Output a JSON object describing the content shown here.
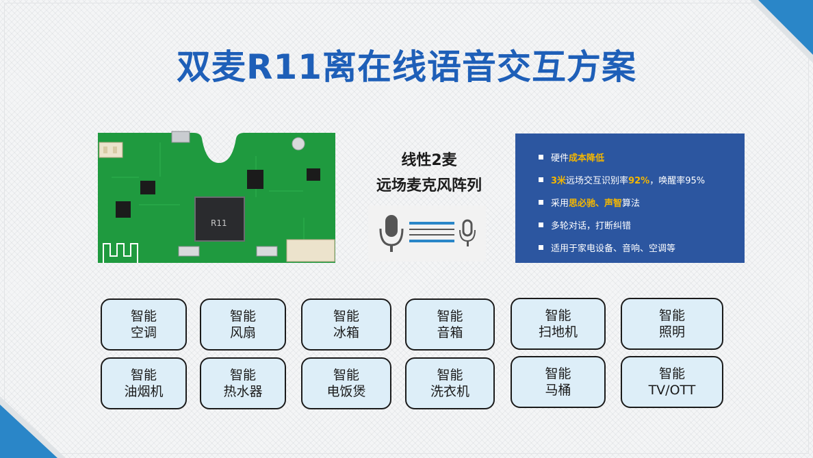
{
  "title": "双麦R11离在线语音交互方案",
  "mic_array": {
    "line1": "线性2麦",
    "line2": "远场麦克风阵列"
  },
  "features": [
    {
      "parts": [
        {
          "text": "硬件",
          "hl": false
        },
        {
          "text": "成本降低",
          "hl": true
        }
      ]
    },
    {
      "parts": [
        {
          "text": "3米",
          "hl": true
        },
        {
          "text": "远场交互识别率",
          "hl": false
        },
        {
          "text": "92%",
          "hl": true
        },
        {
          "text": "，唤醒率95%",
          "hl": false
        }
      ]
    },
    {
      "parts": [
        {
          "text": "采用",
          "hl": false
        },
        {
          "text": "思必驰、声智",
          "hl": true
        },
        {
          "text": "算法",
          "hl": false
        }
      ]
    },
    {
      "parts": [
        {
          "text": "多轮对话，打断纠错",
          "hl": false
        }
      ]
    },
    {
      "parts": [
        {
          "text": "适用于家电设备、音响、空调等",
          "hl": false
        }
      ]
    }
  ],
  "applications": [
    {
      "line1": "智能",
      "line2": "空调"
    },
    {
      "line1": "智能",
      "line2": "风扇"
    },
    {
      "line1": "智能",
      "line2": "冰箱"
    },
    {
      "line1": "智能",
      "line2": "音箱"
    },
    {
      "line1": "智能",
      "line2": "扫地机"
    },
    {
      "line1": "智能",
      "line2": "照明"
    },
    {
      "line1": "智能",
      "line2": "油烟机"
    },
    {
      "line1": "智能",
      "line2": "热水器"
    },
    {
      "line1": "智能",
      "line2": "电饭煲"
    },
    {
      "line1": "智能",
      "line2": "洗衣机"
    },
    {
      "line1": "智能",
      "line2": "马桶"
    },
    {
      "line1": "智能",
      "line2": "TV/OTT"
    }
  ],
  "board_chip_label": "R11",
  "colors": {
    "title": "#1e5fb8",
    "feature_bg": "#2c56a0",
    "highlight": "#f5b700",
    "card_bg": "#ddeef8",
    "pcb": "#1f9a3f",
    "accent": "#2a86c8"
  }
}
